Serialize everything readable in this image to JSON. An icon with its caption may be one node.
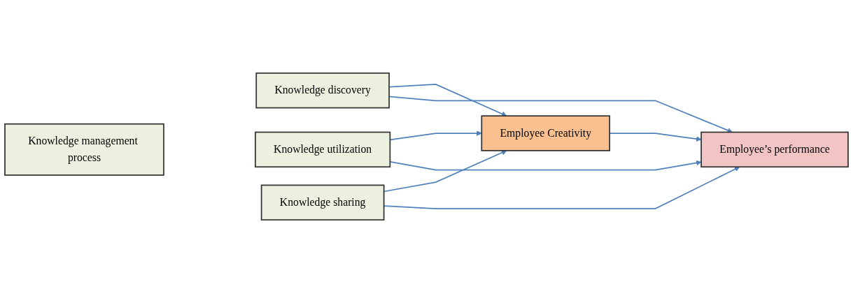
{
  "diagram": {
    "nodes": [
      {
        "text": [
          "Knowledge management process"
        ]
      },
      {
        "text": [
          "Knowledge discovery"
        ]
      },
      {
        "text": [
          "Knowledge utilization"
        ]
      },
      {
        "text": [
          "Knowledge sharing"
        ]
      },
      {
        "text": [
          "Employee Creativity"
        ]
      },
      {
        "text": [
          "Employee’s performance"
        ]
      }
    ],
    "edges": [
      {
        "from": 1,
        "to": 4,
        "arrow": "to"
      },
      {
        "from": 1,
        "to": 5,
        "arrow": "to"
      },
      {
        "from": 2,
        "to": 4,
        "arrow": "to"
      },
      {
        "from": 2,
        "to": 5,
        "arrow": "to"
      },
      {
        "from": 3,
        "to": 4,
        "arrow": "to"
      },
      {
        "from": 3,
        "to": 5,
        "arrow": "to"
      },
      {
        "from": 4,
        "to": 5,
        "arrow": "to"
      }
    ]
  }
}
